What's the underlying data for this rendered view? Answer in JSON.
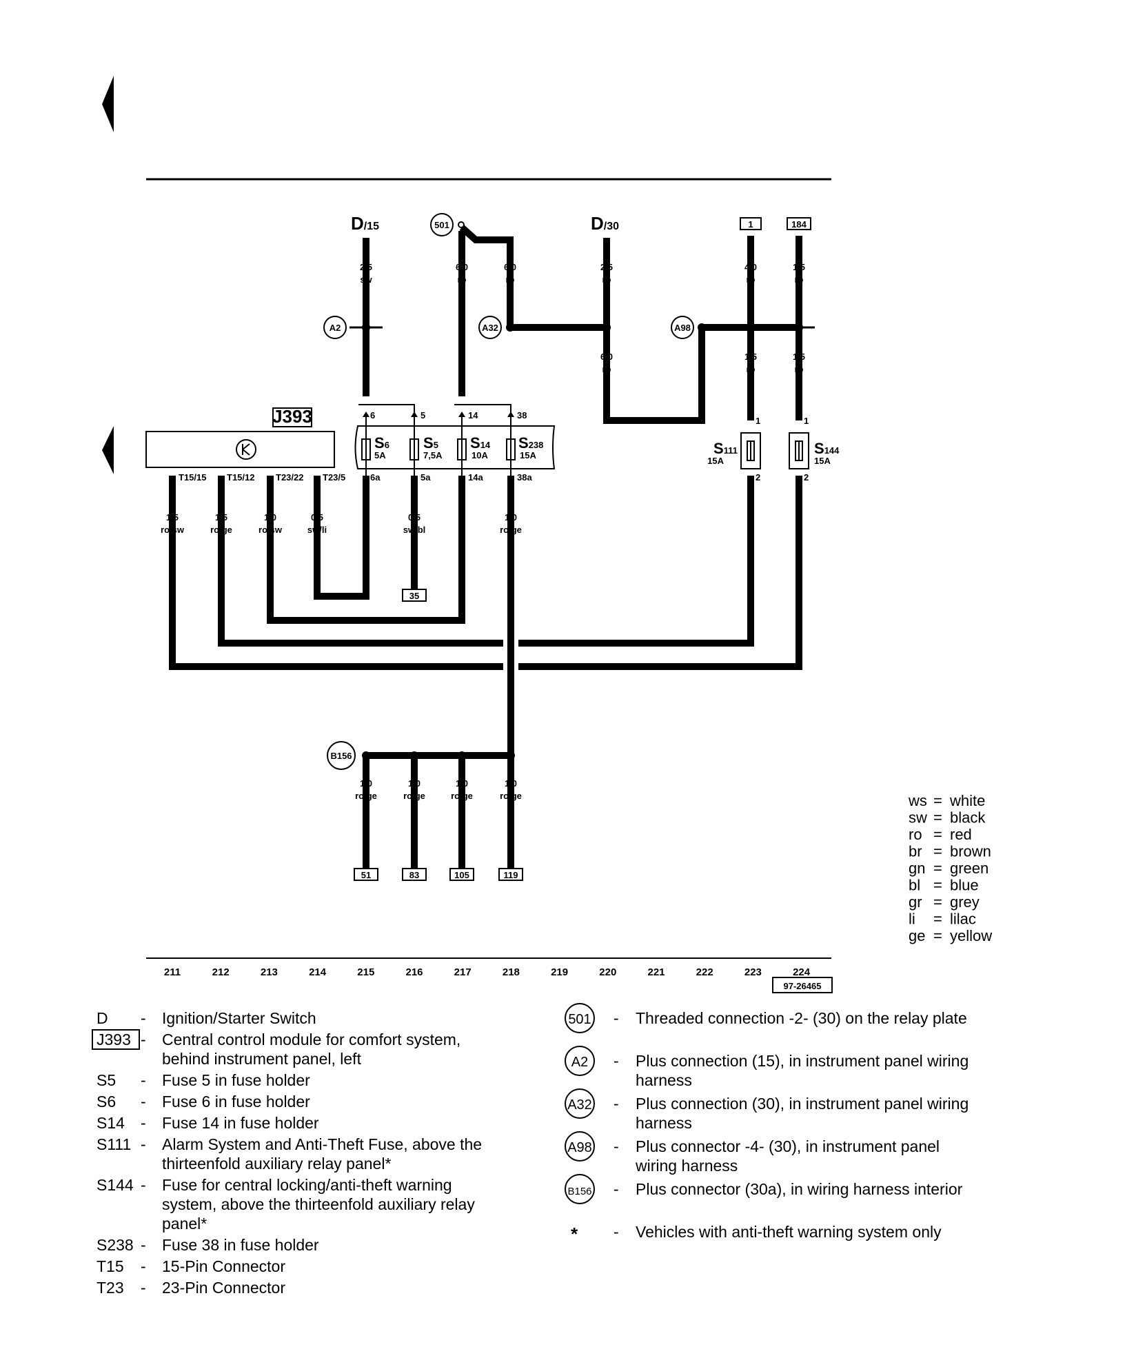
{
  "components": {
    "D15": {
      "name": "D",
      "sub": "/15"
    },
    "D30": {
      "name": "D",
      "sub": "/30"
    },
    "module": {
      "name": "J393"
    },
    "fuse_S6": {
      "name": "S",
      "sub": "6",
      "rating": "5A",
      "in": "6",
      "out": "6a"
    },
    "fuse_S5": {
      "name": "S",
      "sub": "5",
      "rating": "7,5A",
      "in": "5",
      "out": "5a"
    },
    "fuse_S14": {
      "name": "S",
      "sub": "14",
      "rating": "10A",
      "in": "14",
      "out": "14a"
    },
    "fuse_S238": {
      "name": "S",
      "sub": "238",
      "rating": "15A",
      "in": "38",
      "out": "38a"
    },
    "fuse_S111": {
      "name": "S",
      "sub": "111",
      "rating": "15A",
      "in": "1",
      "out": "2"
    },
    "fuse_S144": {
      "name": "S",
      "sub": "144",
      "rating": "15A",
      "in": "1",
      "out": "2"
    }
  },
  "connectors": {
    "c501": "501",
    "A2": "A2",
    "A32": "A32",
    "A98": "A98",
    "B156": "B156",
    "T15_15": "T15/15",
    "T15_12": "T15/12",
    "T23_22": "T23/22",
    "T23_5": "T23/5"
  },
  "refs": {
    "r1": "1",
    "r184": "184",
    "r35": "35",
    "r51": "51",
    "r83": "83",
    "r105": "105",
    "r119": "119"
  },
  "wires": {
    "w1": {
      "size": "2,5",
      "color": "sw"
    },
    "w2": {
      "size": "6,0",
      "color": "ro"
    },
    "w3": {
      "size": "6,0",
      "color": "ro"
    },
    "w4": {
      "size": "2,5",
      "color": "ro"
    },
    "w5": {
      "size": "4,0",
      "color": "ro"
    },
    "w6": {
      "size": "1,5",
      "color": "ro"
    },
    "w7": {
      "size": "6,0",
      "color": "ro"
    },
    "w8": {
      "size": "1,5",
      "color": "ro"
    },
    "w9": {
      "size": "1,5",
      "color": "ro"
    },
    "w10": {
      "size": "1,5",
      "color": "ro/sw"
    },
    "w11": {
      "size": "1,5",
      "color": "ro/ge"
    },
    "w12": {
      "size": "1,0",
      "color": "ro/sw"
    },
    "w13": {
      "size": "0,5",
      "color": "sw/li"
    },
    "w14": {
      "size": "0,5",
      "color": "sw/bl"
    },
    "w15": {
      "size": "1,0",
      "color": "ro/ge"
    },
    "w16": {
      "size": "1,0",
      "color": "ro/ge"
    },
    "w17": {
      "size": "1,0",
      "color": "ro/ge"
    },
    "w18": {
      "size": "1,0",
      "color": "ro/ge"
    },
    "w19": {
      "size": "1,0",
      "color": "ro/ge"
    }
  },
  "axis": {
    "ticks": [
      "211",
      "212",
      "213",
      "214",
      "215",
      "216",
      "217",
      "218",
      "219",
      "220",
      "221",
      "222",
      "223",
      "224"
    ],
    "code": "97-26465"
  },
  "color_codes": [
    {
      "code": "ws",
      "name": "white"
    },
    {
      "code": "sw",
      "name": "black"
    },
    {
      "code": "ro",
      "name": "red"
    },
    {
      "code": "br",
      "name": "brown"
    },
    {
      "code": "gn",
      "name": "green"
    },
    {
      "code": "bl",
      "name": "blue"
    },
    {
      "code": "gr",
      "name": "grey"
    },
    {
      "code": "li",
      "name": "lilac"
    },
    {
      "code": "ge",
      "name": "yellow"
    }
  ],
  "legend_left": [
    {
      "key": "D",
      "dash": "-",
      "lines": [
        "Ignition/Starter Switch"
      ]
    },
    {
      "key": "J393",
      "dash": "-",
      "lines": [
        "Central control module for comfort system,",
        "behind instrument panel, left"
      ]
    },
    {
      "key": "S5",
      "dash": "-",
      "lines": [
        "Fuse 5 in fuse holder"
      ]
    },
    {
      "key": "S6",
      "dash": "-",
      "lines": [
        "Fuse 6 in fuse holder"
      ]
    },
    {
      "key": "S14",
      "dash": "-",
      "lines": [
        "Fuse 14 in fuse holder"
      ]
    },
    {
      "key": "S111",
      "dash": "-",
      "lines": [
        "Alarm System and Anti-Theft Fuse, above the",
        "thirteenfold auxiliary relay panel*"
      ]
    },
    {
      "key": "S144",
      "dash": "-",
      "lines": [
        "Fuse for central locking/anti-theft warning",
        "system, above the thirteenfold auxiliary relay",
        "panel*"
      ]
    },
    {
      "key": "S238",
      "dash": "-",
      "lines": [
        "Fuse 38 in fuse holder"
      ]
    },
    {
      "key": "T15",
      "dash": "-",
      "lines": [
        "15-Pin Connector"
      ]
    },
    {
      "key": "T23",
      "dash": "-",
      "lines": [
        "23-Pin Connector"
      ]
    }
  ],
  "legend_right": [
    {
      "key": "501",
      "dash": "-",
      "lines": [
        "Threaded connection -2- (30) on the relay plate"
      ]
    },
    {
      "key": "A2",
      "dash": "-",
      "lines": [
        "Plus connection (15), in instrument panel wiring",
        "harness"
      ]
    },
    {
      "key": "A32",
      "dash": "-",
      "lines": [
        "Plus connection (30), in instrument panel wiring",
        "harness"
      ]
    },
    {
      "key": "A98",
      "dash": "-",
      "lines": [
        "Plus connector -4- (30), in instrument panel",
        "wiring harness"
      ]
    },
    {
      "key": "B156",
      "dash": "-",
      "lines": [
        "Plus connector (30a), in wiring harness interior"
      ]
    },
    {
      "key": "*",
      "dash": "-",
      "lines": [
        "Vehicles with anti-theft warning system only"
      ]
    }
  ]
}
